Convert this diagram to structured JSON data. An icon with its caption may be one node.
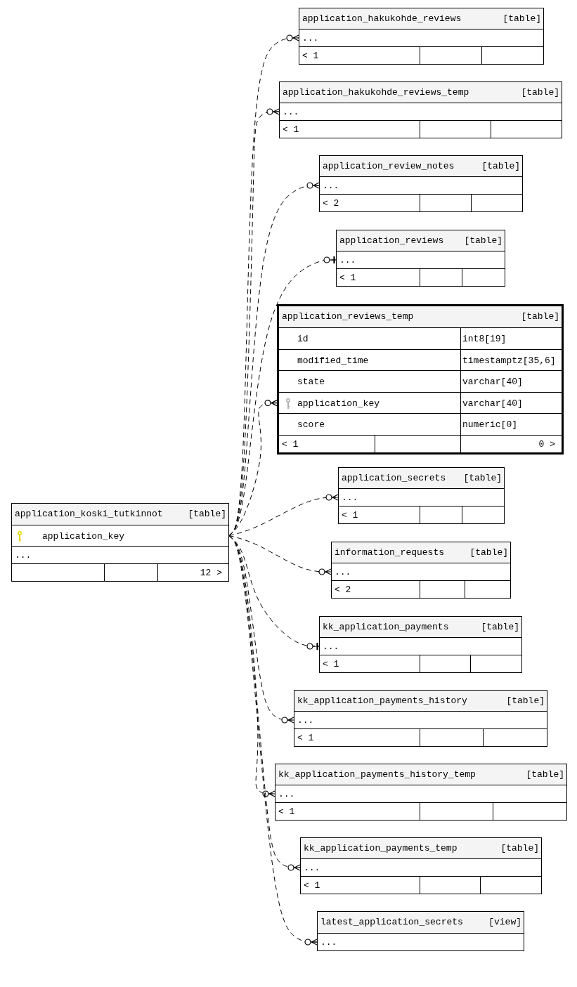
{
  "diagram": {
    "nodes": [
      {
        "text": [
          "application_koski_tutkinnot",
          "[table]",
          "application_key",
          "...",
          "12 >"
        ]
      },
      {
        "text": [
          "application_hakukohde_reviews",
          "[table]",
          "...",
          "< 1"
        ]
      },
      {
        "text": [
          "application_hakukohde_reviews_temp",
          "[table]",
          "...",
          "< 1"
        ]
      },
      {
        "text": [
          "application_review_notes",
          "[table]",
          "...",
          "< 2"
        ]
      },
      {
        "text": [
          "application_reviews",
          "[table]",
          "...",
          "< 1"
        ]
      },
      {
        "text": [
          "application_reviews_temp",
          "[table]",
          "id",
          "int8[19]",
          "modified_time",
          "timestamptz[35,6]",
          "state",
          "varchar[40]",
          "application_key",
          "varchar[40]",
          "score",
          "numeric[0]",
          "< 1",
          "0 >"
        ]
      },
      {
        "text": [
          "application_secrets",
          "[table]",
          "...",
          "< 1"
        ]
      },
      {
        "text": [
          "information_requests",
          "[table]",
          "...",
          "< 2"
        ]
      },
      {
        "text": [
          "kk_application_payments",
          "[table]",
          "...",
          "< 1"
        ]
      },
      {
        "text": [
          "kk_application_payments_history",
          "[table]",
          "...",
          "< 1"
        ]
      },
      {
        "text": [
          "kk_application_payments_history_temp",
          "[table]",
          "...",
          "< 1"
        ]
      },
      {
        "text": [
          "kk_application_payments_temp",
          "[table]",
          "...",
          "< 1"
        ]
      },
      {
        "text": [
          "latest_application_secrets",
          "[view]",
          "..."
        ]
      }
    ],
    "edges": [
      {
        "from": 0,
        "to": 1,
        "arrow": "other",
        "style": "dashed"
      },
      {
        "from": 0,
        "to": 2,
        "arrow": "other",
        "style": "dashed"
      },
      {
        "from": 0,
        "to": 3,
        "arrow": "other",
        "style": "dashed"
      },
      {
        "from": 0,
        "to": 4,
        "arrow": "other",
        "style": "dashed"
      },
      {
        "from": 0,
        "to": 5,
        "arrow": "other",
        "style": "dashed"
      },
      {
        "from": 0,
        "to": 6,
        "arrow": "other",
        "style": "dashed"
      },
      {
        "from": 0,
        "to": 7,
        "arrow": "other",
        "style": "dashed"
      },
      {
        "from": 0,
        "to": 8,
        "arrow": "other",
        "style": "dashed"
      },
      {
        "from": 0,
        "to": 9,
        "arrow": "other",
        "style": "dashed"
      },
      {
        "from": 0,
        "to": 10,
        "arrow": "other",
        "style": "dashed"
      },
      {
        "from": 0,
        "to": 11,
        "arrow": "other",
        "style": "dashed"
      },
      {
        "from": 0,
        "to": 12,
        "arrow": "other",
        "style": "dashed"
      }
    ]
  }
}
